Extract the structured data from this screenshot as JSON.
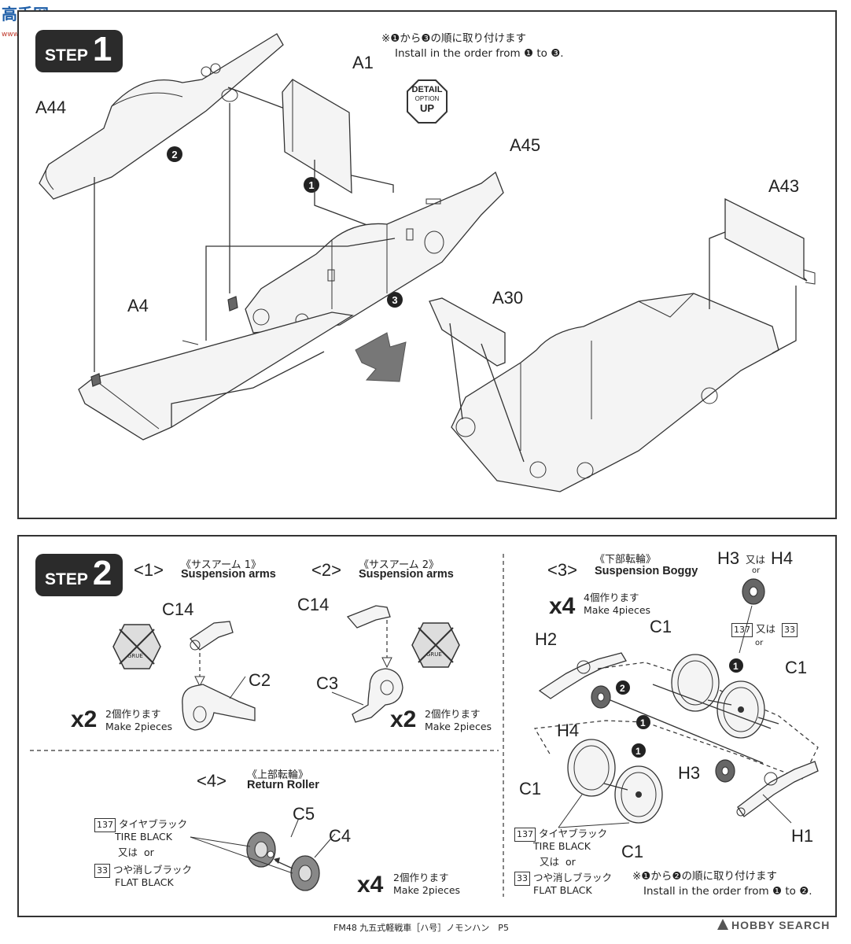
{
  "header": {
    "logo_text": "高手网",
    "logo_url": "www.gaoshou.com"
  },
  "step1": {
    "word": "STEP",
    "number": "1",
    "note_jp": "※❶から❸の順に取り付けます",
    "note_en": "Install in the order from ❶ to ❸.",
    "detail_badge": {
      "top": "DETAIL",
      "mid": "OPTION",
      "bottom": "UP"
    },
    "parts": {
      "a1": "A1",
      "a44": "A44",
      "a45": "A45",
      "a43": "A43",
      "a4": "A4",
      "a30": "A30"
    },
    "order": {
      "one": "1",
      "two": "2",
      "three": "3"
    }
  },
  "step2": {
    "word": "STEP",
    "number": "2",
    "sub1": {
      "num": "<1>",
      "jp": "《サスアーム 1》",
      "en": "Suspension arms",
      "part_a": "C14",
      "part_b": "C2",
      "mult": "x2",
      "make_jp": "2個作ります",
      "make_en": "Make 2pieces"
    },
    "sub2": {
      "num": "<2>",
      "jp": "《サスアーム 2》",
      "en": "Suspension arms",
      "part_a": "C14",
      "part_b": "C3",
      "mult": "x2",
      "make_jp": "2個作ります",
      "make_en": "Make 2pieces"
    },
    "sub3": {
      "num": "<3>",
      "jp": "《下部転輪》",
      "en": "Suspension Boggy",
      "mult": "x4",
      "make_jp": "4個作ります",
      "make_en": "Make 4pieces",
      "h3": "H3",
      "or_jp": "又は",
      "h4": "H4",
      "or_en": "or",
      "paint_a": "137",
      "paint_b": "33",
      "c1": "C1",
      "h2": "H2",
      "h1": "H1",
      "paint_tire_jp": "タイヤブラック",
      "paint_tire_en": "TIRE BLACK",
      "paint_flat_jp": "つや消しブラック",
      "paint_flat_en": "FLAT BLACK",
      "note_jp": "※❶から❷の順に取り付けます",
      "note_en": "Install in the order from ❶ to ❷."
    },
    "sub4": {
      "num": "<4>",
      "jp": "《上部転輪》",
      "en": "Return Roller",
      "part_a": "C5",
      "part_b": "C4",
      "mult": "x4",
      "make_jp": "2個作ります",
      "make_en": "Make 2pieces",
      "paint_a": "137",
      "paint_b": "33",
      "paint_tire_jp": "タイヤブラック",
      "paint_tire_en": "TIRE BLACK",
      "or_jp": "又は",
      "or_en": "or",
      "paint_flat_jp": "つや消しブラック",
      "paint_flat_en": "FLAT BLACK"
    },
    "glue_label": "GRUE"
  },
  "footer": {
    "text": "FM48 九五式軽戦車［ハ号］ノモンハン　P5",
    "watermark": "HOBBY SEARCH"
  }
}
